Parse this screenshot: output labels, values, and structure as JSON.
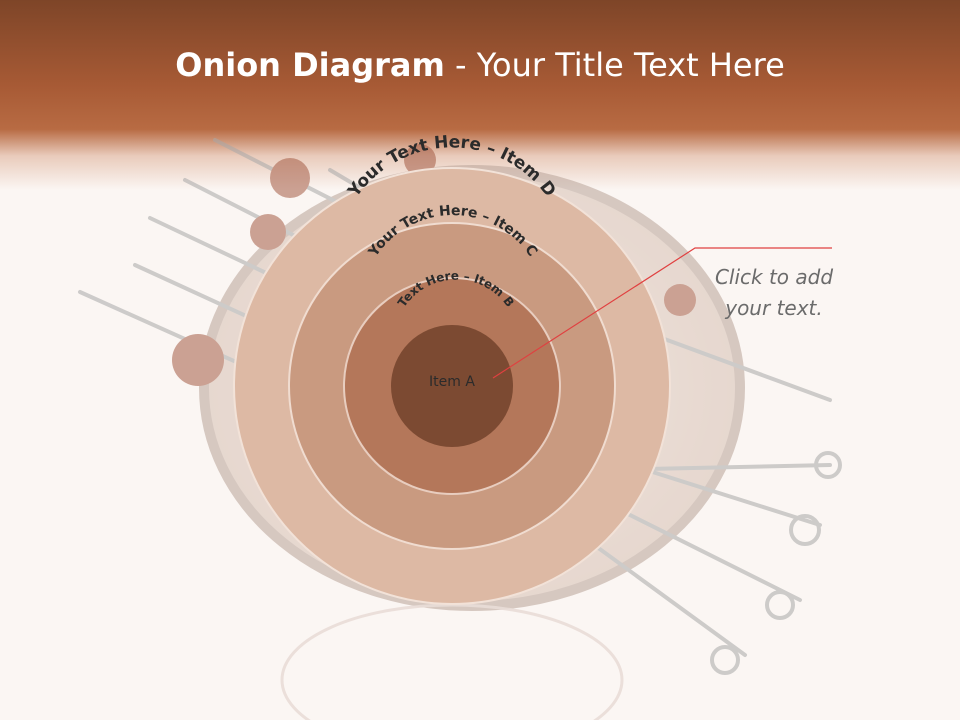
{
  "title": {
    "bold": "Onion Diagram",
    "rest": " - Your Title Text Here"
  },
  "layers": [
    {
      "label": "Item A",
      "color": "#7c4a32"
    },
    {
      "label": "Text Here – Item B",
      "color": "#b4775a"
    },
    {
      "label": "Your Text Here – Item C",
      "color": "#c99a80"
    },
    {
      "label": "Your Text Here – Item D",
      "color": "#ddb9a4"
    }
  ],
  "callout": {
    "line1": "Click  to add",
    "line2": "your text."
  },
  "colors": {
    "header": "#a75a35",
    "pointer": "#e04040",
    "text": "#6b6b6b"
  }
}
